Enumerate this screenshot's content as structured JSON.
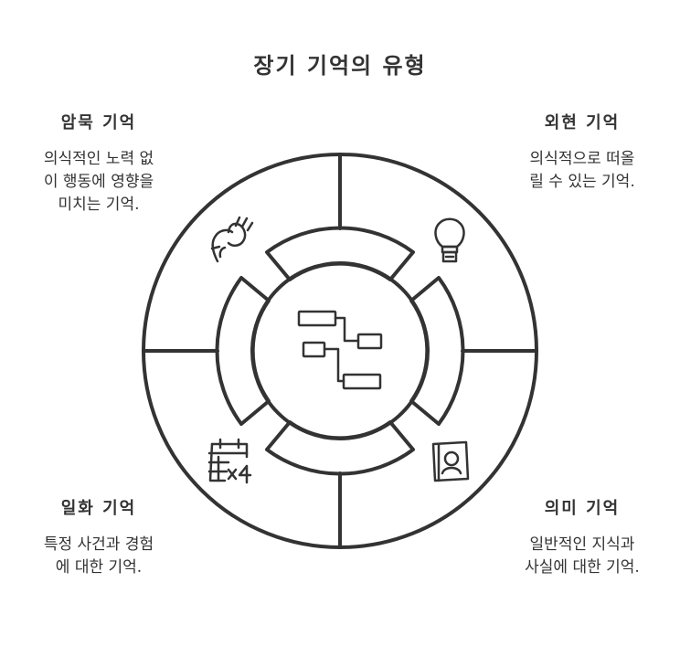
{
  "title": "장기 기억의 유형",
  "types": [
    {
      "name": "암묵 기억",
      "desc_line1": "의식적인 노력 없",
      "desc_line2": "이 행동에 영향을",
      "desc_line3": "미치는 기억.",
      "icon": "hand-memory-icon"
    },
    {
      "name": "외현 기억",
      "desc_line1": "의식적으로 떠올",
      "desc_line2": "릴 수 있는 기억.",
      "icon": "lightbulb-icon"
    },
    {
      "name": "일화 기억",
      "desc_line1": "특정 사건과 경험",
      "desc_line2": "에 대한 기억.",
      "icon": "calendar-icon"
    },
    {
      "name": "의미 기억",
      "desc_line1": "일반적인 지식과",
      "desc_line2": "사실에 대한 기억.",
      "icon": "book-icon"
    }
  ],
  "center_icon": "flowchart-icon",
  "colors": {
    "stroke": "#333333",
    "background": "#ffffff"
  }
}
